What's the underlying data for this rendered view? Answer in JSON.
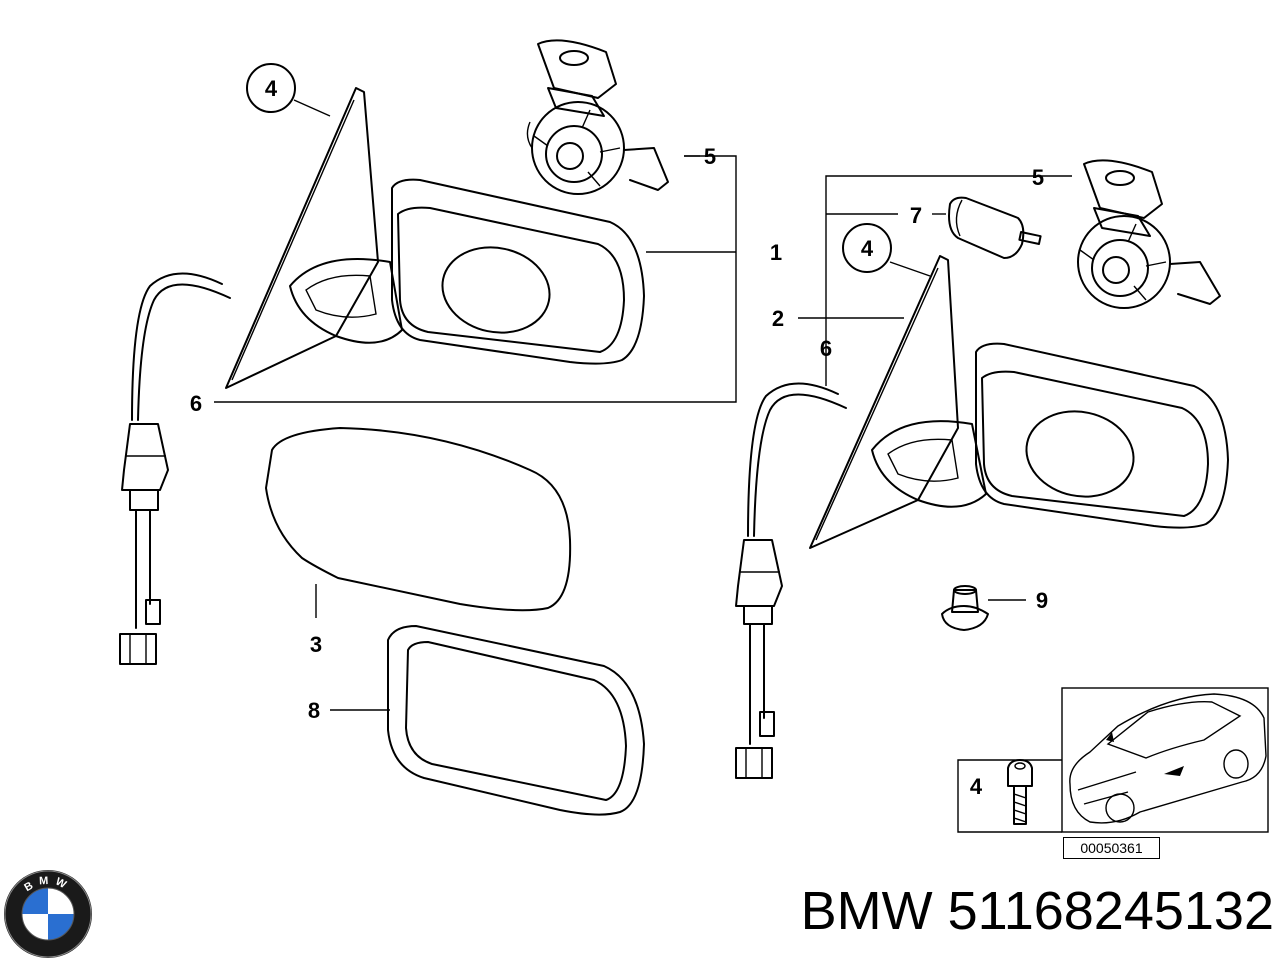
{
  "diagram": {
    "callouts": {
      "c4_left": "4",
      "c5_left": "5",
      "c1": "1",
      "c6_left": "6",
      "c3": "3",
      "c8": "8",
      "c5_right": "5",
      "c7": "7",
      "c4_right": "4",
      "c2": "2",
      "c6_right": "6",
      "c9": "9",
      "c4_inset": "4"
    },
    "reference_number": "00050361"
  },
  "caption": {
    "brand": "BMW",
    "part_number": "51168245132"
  },
  "logo": {
    "letters": "BMW",
    "colors": {
      "blue": "#2a6fd1",
      "white": "#ffffff",
      "ring": "#1a1a1a"
    }
  }
}
